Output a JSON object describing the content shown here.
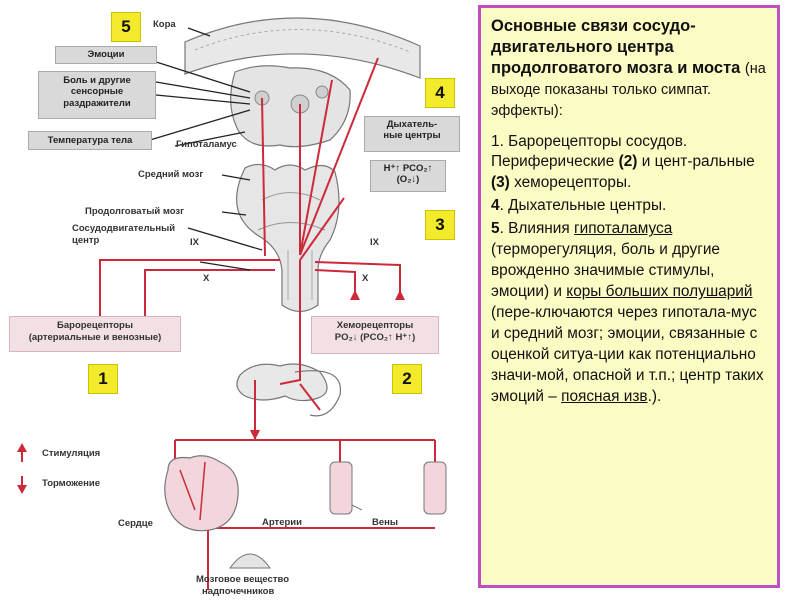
{
  "diagram": {
    "badges": {
      "n5": "5",
      "n4": "4",
      "n3": "3",
      "n1": "1",
      "n2": "2"
    },
    "labels": {
      "cortex": "Кора",
      "hypothalamus": "Гипоталамус",
      "midbrain": "Средний мозг",
      "medulla": "Продолговатый мозг",
      "vasomotor_center_1": "Сосудодвигательный",
      "vasomotor_center_2": "центр",
      "ix_left": "IX",
      "ix_right": "IX",
      "x_left": "X",
      "x_right": "X",
      "stimulation": "Стимуляция",
      "inhibition": "Торможение",
      "heart": "Сердце",
      "arteries": "Артерии",
      "veins": "Вены",
      "adrenal_1": "Мозговое вещество",
      "adrenal_2": "надпочечников"
    },
    "boxes": {
      "emotions": "Эмоции",
      "pain_1": "Боль и другие",
      "pain_2": "сенсорные",
      "pain_3": "раздражители",
      "body_temp": "Температура тела",
      "resp_1": "Дыхатель-",
      "resp_2": "ные центры",
      "resp_formula_1": "H⁺↑ PCO₂↑",
      "resp_formula_2": "(O₂↓)",
      "baro_1": "Барорецепторы",
      "baro_2": "(артериальные и венозные)",
      "chemo_1": "Хеморецепторы",
      "chemo_2": "PO₂↓ (PCO₂↑ H⁺↑)"
    },
    "colors": {
      "nerve": "#cc2a3a",
      "box_gray": "#d9d9d9",
      "badge": "#f2ea2a",
      "panel_border": "#c050c0",
      "panel_bg": "#fbfbc4"
    }
  },
  "panel": {
    "title_main": "Основные связи сосудо-двигательного центра продолговатого мозга и моста",
    "title_note": "(на выходе показаны только симпат. эффекты):",
    "p1_num": "1",
    "p1_a": ". Барорецепторы сосудов. Периферические ",
    "p1_b": "(2)",
    "p1_c": " и цент-ральные ",
    "p1_d": "(3)",
    "p1_e": " хеморецепторы.",
    "p2_num": "4",
    "p2_text": ". Дыхательные центры.",
    "p3_num": "5",
    "p3_a": ". Влияния ",
    "p3_hyp": "гипоталамуса",
    "p3_b": " (терморегуляция, боль и другие врожденно значимые стимулы, эмоции) и ",
    "p3_cortex": "коры больших полушарий",
    "p3_c": " (пере-ключаются через гипотала-мус и средний мозг; эмоции, связанные с оценкой ситуа-ции как потенциально значи-мой, опасной и т.п.; центр таких эмоций – ",
    "p3_cing": "поясная изв",
    "p3_d": ".)."
  }
}
